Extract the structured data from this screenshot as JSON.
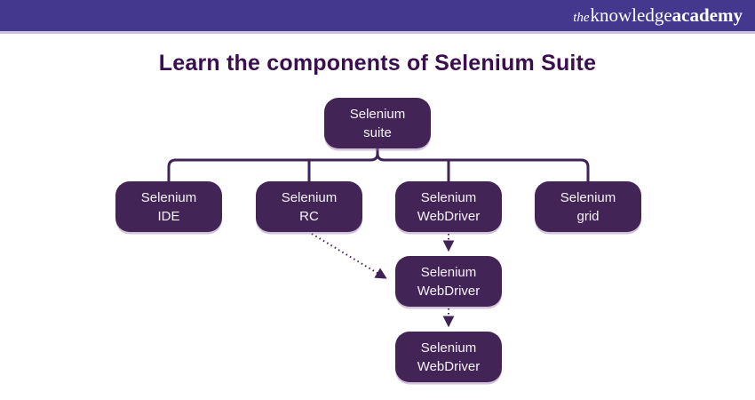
{
  "header": {
    "logo": {
      "the": "the",
      "knowledge": "knowledge",
      "academy": "academy"
    }
  },
  "title": "Learn the components of Selenium Suite",
  "diagram": {
    "root": {
      "line1": "Selenium",
      "line2": "suite"
    },
    "children": [
      {
        "line1": "Selenium",
        "line2": "IDE"
      },
      {
        "line1": "Selenium",
        "line2": "RC"
      },
      {
        "line1": "Selenium",
        "line2": "WebDriver"
      },
      {
        "line1": "Selenium",
        "line2": "grid"
      }
    ],
    "level3": {
      "line1": "Selenium",
      "line2": "WebDriver"
    },
    "level4": {
      "line1": "Selenium",
      "line2": "WebDriver"
    }
  },
  "colors": {
    "header_bg": "#43388D",
    "header_underline": "#C9C0DE",
    "title_color": "#3A0E4F",
    "node_bg": "#432457",
    "node_text": "#F6F3F8",
    "connector": "#3F2356"
  }
}
